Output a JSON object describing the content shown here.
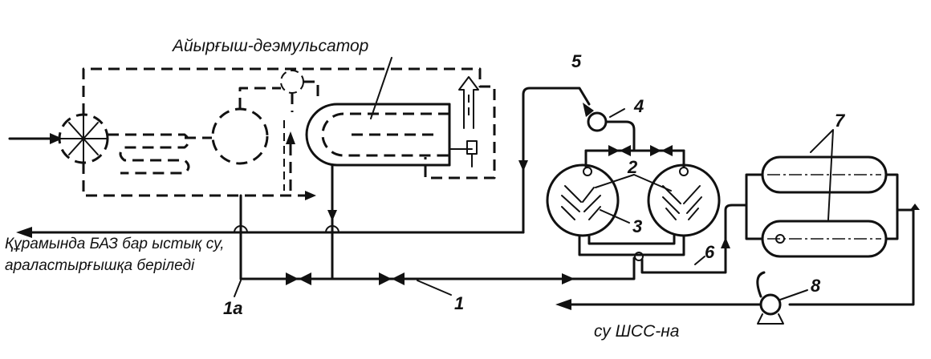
{
  "diagram": {
    "title": "Айырғыш-деэмульсатор",
    "labels": {
      "output_hot_water_line1": "Құрамында БАЗ бар ыстық су,",
      "output_hot_water_line2": "араластырғышқа беріледі",
      "water_to_station": "су ШСС-на"
    },
    "numbers": {
      "n1": "1",
      "n1a": "1а",
      "n2": "2",
      "n3": "3",
      "n4": "4",
      "n5": "5",
      "n6": "6",
      "n7": "7",
      "n8": "8"
    }
  }
}
